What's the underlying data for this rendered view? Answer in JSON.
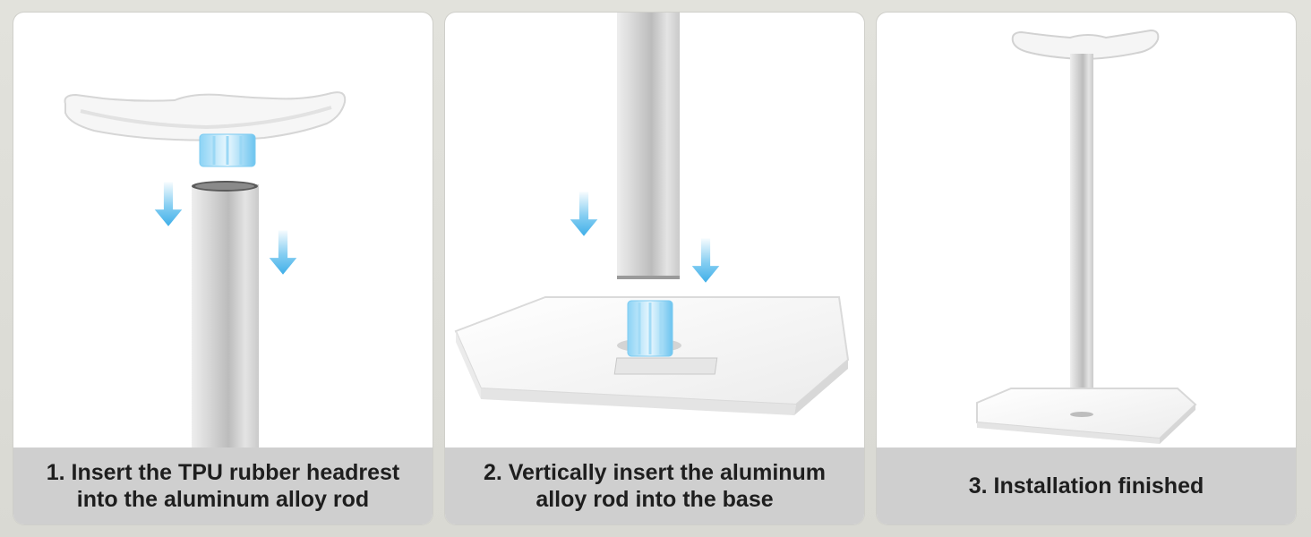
{
  "steps": [
    {
      "caption": "1. Insert the TPU rubber headrest\ninto the aluminum alloy rod"
    },
    {
      "caption": "2. Vertically insert the aluminum\nalloy rod into the base"
    },
    {
      "caption": "3. Installation finished"
    }
  ],
  "colors": {
    "page_background": "#dcdcd6",
    "panel_background": "#ffffff",
    "caption_band": "#cfcfcf",
    "arrow": "#4fb8ec",
    "connector": "#8fd4f4",
    "aluminum": "#d0d0d0",
    "text": "#1e1e1e"
  },
  "icons": [
    "down-arrow-icon"
  ]
}
